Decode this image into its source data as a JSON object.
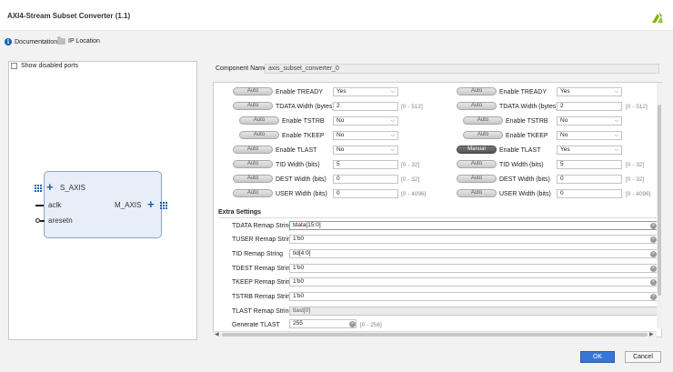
{
  "window": {
    "title": "AXI4-Stream Subset Converter (1.1)",
    "logo_icon": "xilinx-logo-icon",
    "accent": "#76b900"
  },
  "links": {
    "documentation": "Documentation",
    "ip_location": "IP Location"
  },
  "left_panel": {
    "show_disabled_label": "Show disabled ports",
    "ports": {
      "s_axis": "S_AXIS",
      "aclk": "aclk",
      "aresetn": "aresetn",
      "m_axis": "M_AXIS"
    }
  },
  "component": {
    "label": "Component Name",
    "value": "axis_subset_converter_0"
  },
  "params": {
    "toggle_auto": "Auto",
    "toggle_manual": "Manual",
    "left": [
      {
        "label": "Enable TREADY",
        "kind": "select",
        "value": "Yes",
        "range": ""
      },
      {
        "label": "TDATA Width (bytes)",
        "kind": "field",
        "value": "2",
        "range": "[0 - 512]"
      },
      {
        "label": "Enable TSTRB",
        "kind": "select",
        "value": "No",
        "range": ""
      },
      {
        "label": "Enable TKEEP",
        "kind": "select",
        "value": "No",
        "range": ""
      },
      {
        "label": "Enable TLAST",
        "kind": "select",
        "value": "No",
        "range": ""
      },
      {
        "label": "TID Width (bits)",
        "kind": "field",
        "value": "5",
        "range": "[0 - 32]"
      },
      {
        "label": "DEST Width (bits)",
        "kind": "field",
        "value": "0",
        "range": "[0 - 32]"
      },
      {
        "label": "USER Width (bits)",
        "kind": "field",
        "value": "0",
        "range": "[0 - 4096]"
      }
    ],
    "right": [
      {
        "label": "Enable TREADY",
        "kind": "select",
        "value": "Yes",
        "range": ""
      },
      {
        "label": "TDATA Width (bytes)",
        "kind": "field",
        "value": "2",
        "range": "[0 - 512]"
      },
      {
        "label": "Enable TSTRB",
        "kind": "select",
        "value": "No",
        "range": ""
      },
      {
        "label": "Enable TKEEP",
        "kind": "select",
        "value": "No",
        "range": ""
      },
      {
        "label": "Enable TLAST",
        "kind": "select",
        "value": "Yes",
        "range": ""
      },
      {
        "label": "TID Width (bits)",
        "kind": "field",
        "value": "5",
        "range": "[0 - 32]"
      },
      {
        "label": "DEST Width (bits)",
        "kind": "field",
        "value": "0",
        "range": "[0 - 32]"
      },
      {
        "label": "USER Width (bits)",
        "kind": "field",
        "value": "0",
        "range": "[0 - 4096]"
      }
    ]
  },
  "extra": {
    "title": "Extra Settings",
    "rows": [
      {
        "label": "TDATA Remap String",
        "value": "tdata[15:0]"
      },
      {
        "label": "TUSER Remap String",
        "value": "1'b0"
      },
      {
        "label": "TID Remap String",
        "value": "tid[4:0]"
      },
      {
        "label": "TDEST Remap String",
        "value": "1'b0"
      },
      {
        "label": "TKEEP Remap String",
        "value": "1'b0"
      },
      {
        "label": "TSTRB Remap String",
        "value": "1'b0"
      },
      {
        "label": "TLAST Remap String",
        "value": "tlast[0]"
      }
    ],
    "generate_tlast": {
      "label": "Generate TLAST",
      "value": "255",
      "range": "[0 - 256]"
    }
  },
  "buttons": {
    "ok": "OK",
    "cancel": "Cancel"
  }
}
